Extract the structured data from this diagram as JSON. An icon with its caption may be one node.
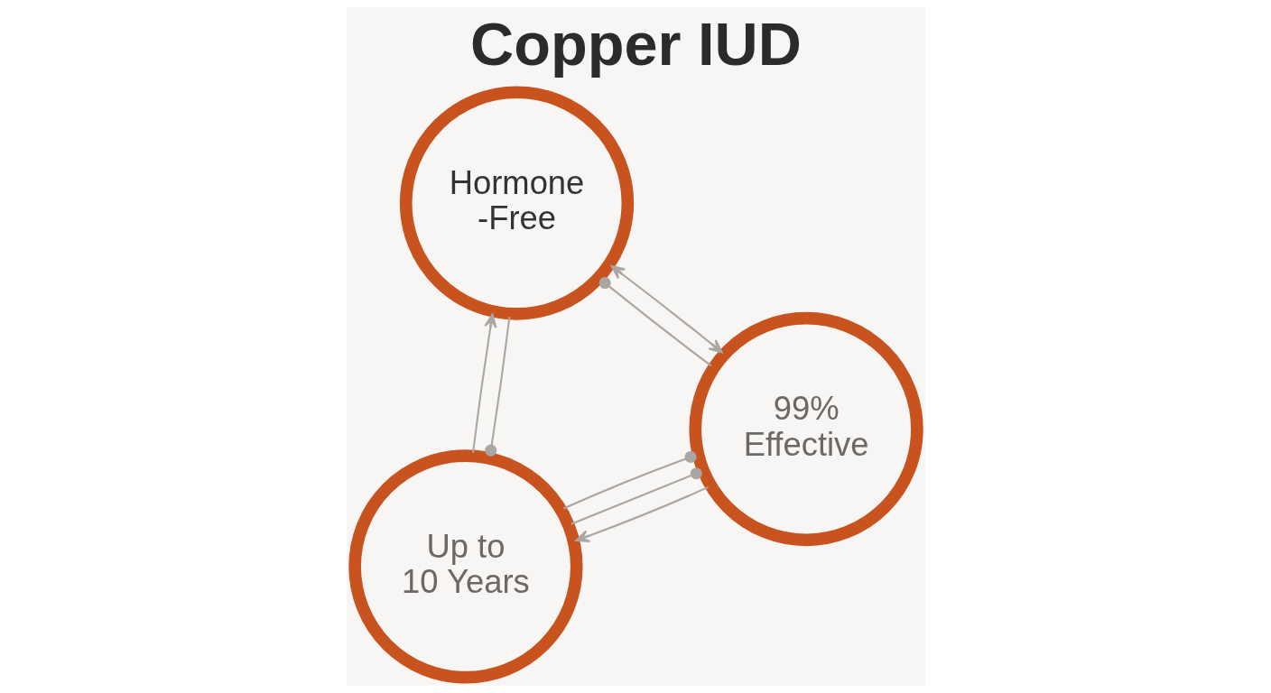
{
  "diagram": {
    "title": "Copper IUD",
    "nodes": [
      {
        "text": [
          "Hormone -Free"
        ]
      },
      {
        "text": [
          "99% Effective"
        ]
      },
      {
        "text": [
          "Up to 10 Years"
        ]
      }
    ],
    "edges": [
      {
        "from": 0,
        "to": 1,
        "arrow": "both"
      },
      {
        "from": 0,
        "to": 1,
        "arrow": "other"
      },
      {
        "from": 1,
        "to": 2,
        "arrow": "to"
      },
      {
        "from": 1,
        "to": 2,
        "arrow": "other"
      },
      {
        "from": 1,
        "to": 2,
        "arrow": "other"
      },
      {
        "from": 2,
        "to": 0,
        "arrow": "to"
      },
      {
        "from": 2,
        "to": 0,
        "arrow": "other"
      }
    ]
  }
}
